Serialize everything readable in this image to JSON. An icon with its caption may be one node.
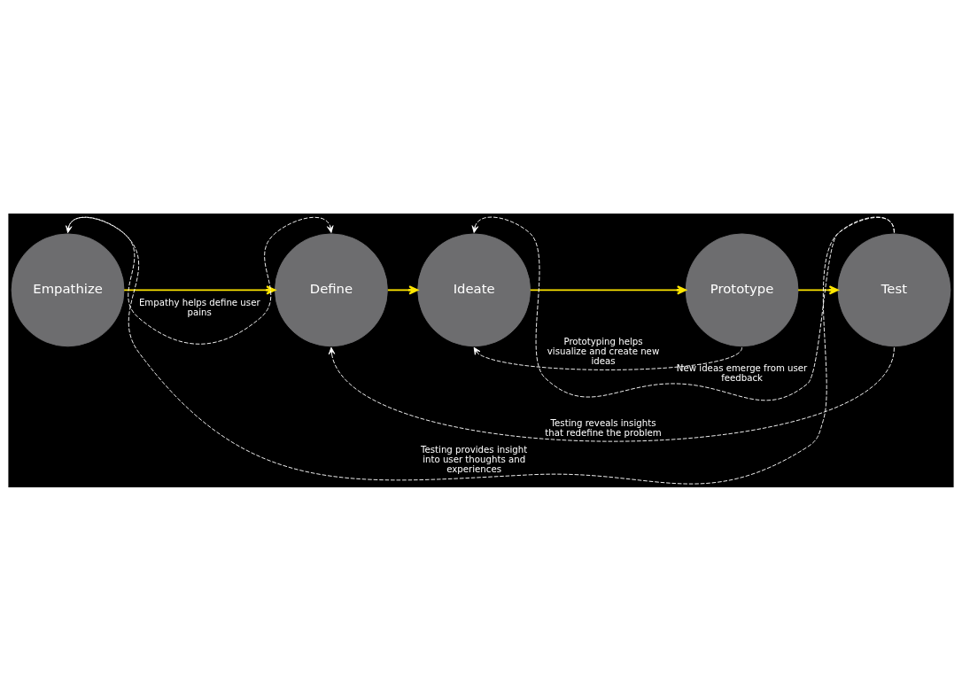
{
  "diagram": {
    "nodes": [
      {
        "text": [
          "Empathize"
        ]
      },
      {
        "text": [
          "Define"
        ]
      },
      {
        "text": [
          "Ideate"
        ]
      },
      {
        "text": [
          "Prototype"
        ]
      },
      {
        "text": [
          "Test"
        ]
      }
    ],
    "edges": [
      {
        "from": 0,
        "to": 1,
        "arrow": "to",
        "color": "#ffe600"
      },
      {
        "from": 1,
        "to": 2,
        "arrow": "to",
        "color": "#ffe600"
      },
      {
        "from": 2,
        "to": 3,
        "arrow": "to",
        "color": "#ffe600"
      },
      {
        "from": 3,
        "to": 4,
        "arrow": "to",
        "color": "#ffe600"
      },
      {
        "from": 0,
        "to": 1,
        "arrow": "to",
        "style": "dashed",
        "label": "Empathy helps define user pains"
      },
      {
        "from": 4,
        "to": 0,
        "arrow": "to",
        "style": "dashed",
        "label": "Testing provides insight into user thoughts and experiences"
      },
      {
        "from": 4,
        "to": 2,
        "arrow": "to",
        "style": "dashed",
        "label": "New ideas emerge from user feedback"
      },
      {
        "from": 3,
        "to": 2,
        "arrow": "to",
        "style": "dashed",
        "label": "Prototyping helps visualize and create new ideas"
      },
      {
        "from": 4,
        "to": 1,
        "arrow": "to",
        "style": "dashed",
        "label": "Testing reveals insights that redefine the problem"
      }
    ]
  }
}
